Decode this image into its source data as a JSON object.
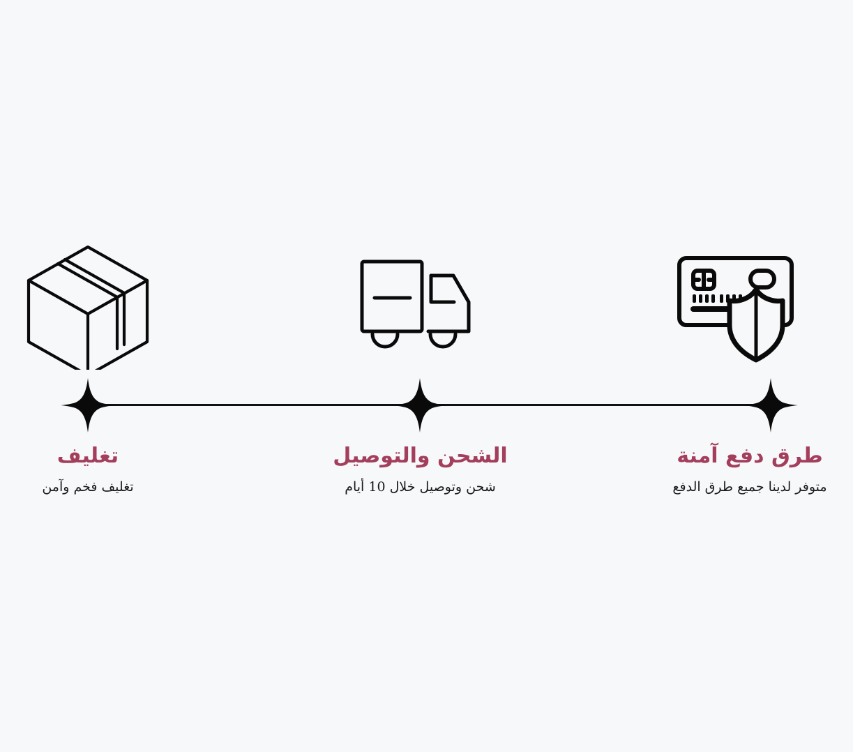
{
  "page": {
    "background_color": "#f7f8fa",
    "direction": "rtl",
    "language": "ar"
  },
  "theme": {
    "title_color": "#a33f5c",
    "description_color": "#17181a",
    "line_color": "#111214",
    "icon_color": "#000000"
  },
  "timeline": {
    "marker_icon": "four-point-star-icon",
    "marker_count": 3,
    "line_visible": true
  },
  "features": [
    {
      "icon": "package-box-icon",
      "title": "تغليف",
      "description": "تغليف فخم وآمن"
    },
    {
      "icon": "delivery-truck-icon",
      "title": "الشحن والتوصيل",
      "description": "شحن وتوصيل خلال 10 أيام"
    },
    {
      "icon": "secure-payment-card-icon",
      "title": "طرق دفع آمنة",
      "description": "متوفر لدينا جميع طرق الدفع"
    }
  ]
}
